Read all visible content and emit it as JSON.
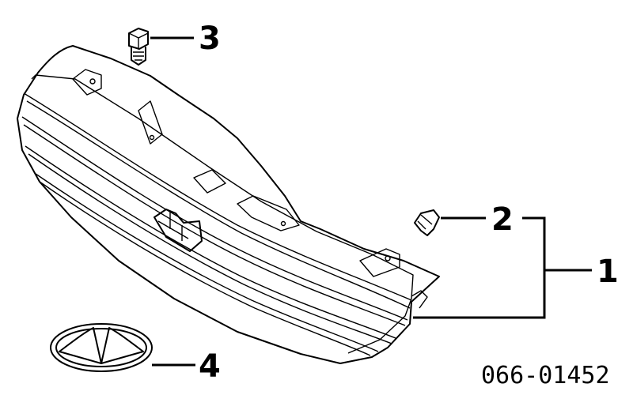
{
  "callouts": {
    "part_1": "1",
    "part_2": "2",
    "part_3": "3",
    "part_4": "4"
  },
  "part_number": "066-01452",
  "icons": {
    "grille": "radiator-grille-assembly",
    "clip": "retainer-clip",
    "bolt": "screw-bolt",
    "emblem": "infiniti-emblem"
  }
}
